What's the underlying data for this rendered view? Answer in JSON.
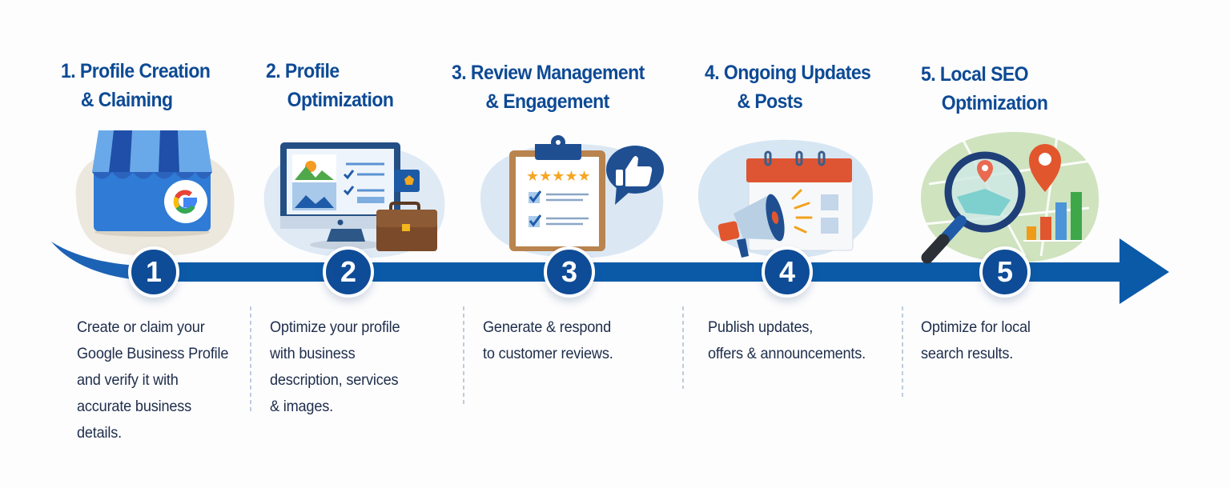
{
  "diagram": {
    "type": "process-timeline",
    "colors": {
      "primary": "#0f4c97",
      "arrow": "#0b5aa8",
      "title_text": "#0d4a94",
      "body_text": "#1e2d4a"
    },
    "steps": [
      {
        "number": "1",
        "title_line1": "1. Profile Creation",
        "title_line2": "& Claiming",
        "desc_lines": [
          "Create or claim your",
          "Google Business Profile",
          "and verify it with",
          "accurate business",
          "details."
        ],
        "icon": "storefront-google-icon"
      },
      {
        "number": "2",
        "title_line1": "2. Profile",
        "title_line2": "Optimization",
        "desc_lines": [
          "Optimize your profile",
          "with business",
          "description, services",
          "& images."
        ],
        "icon": "monitor-briefcase-icon"
      },
      {
        "number": "3",
        "title_line1": "3. Review Management",
        "title_line2": "& Engagement",
        "desc_lines": [
          "Generate & respond",
          "to customer reviews."
        ],
        "icon": "clipboard-rating-thumbsup-icon"
      },
      {
        "number": "4",
        "title_line1": "4. Ongoing Updates",
        "title_line2": "& Posts",
        "desc_lines": [
          "Publish updates,",
          "offers & announcements."
        ],
        "icon": "calendar-megaphone-icon"
      },
      {
        "number": "5",
        "title_line1": "5. Local SEO",
        "title_line2": "Optimization",
        "desc_lines": [
          "Optimize for local",
          "search results."
        ],
        "icon": "map-magnifier-chart-icon"
      }
    ]
  }
}
